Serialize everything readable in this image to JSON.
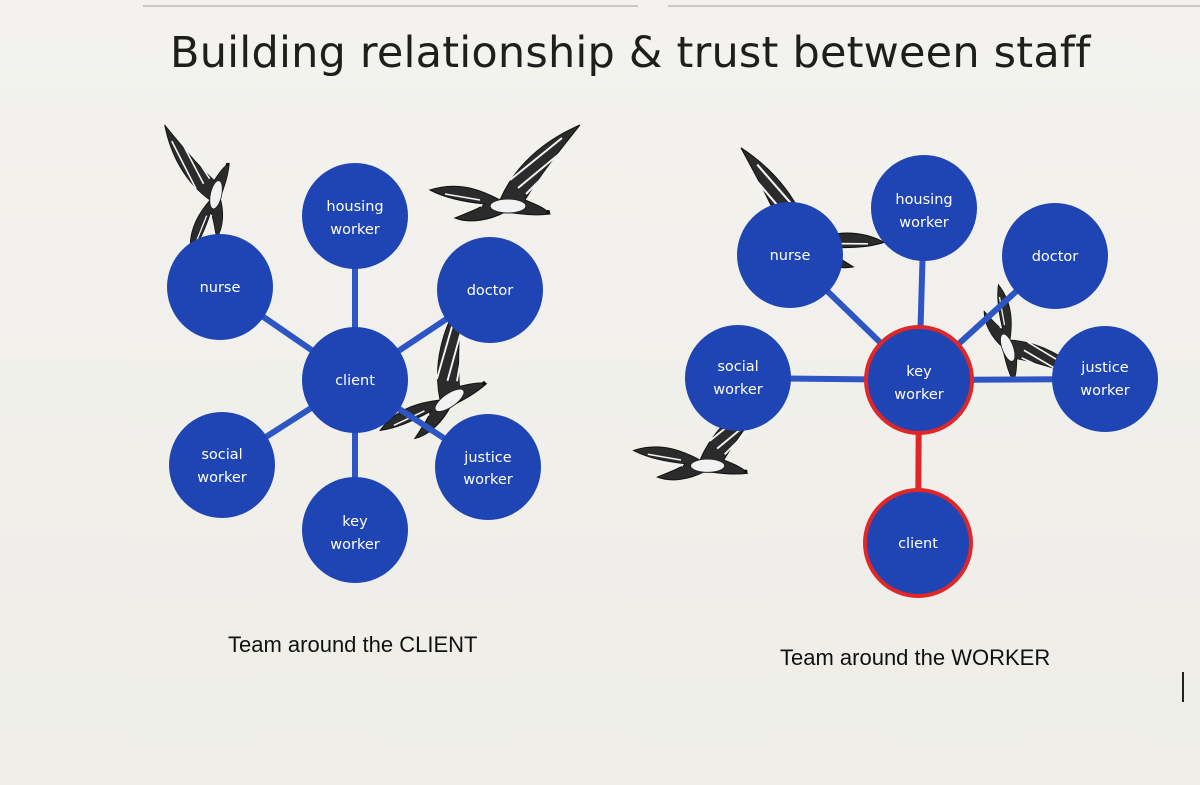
{
  "title": "Building relationship & trust between staff",
  "colors": {
    "node_fill": "#1f45b4",
    "connector": "#2e55c4",
    "highlight_ring": "#e02626",
    "background": "#f1f0ec"
  },
  "left_diagram": {
    "caption": "Team around the CLIENT",
    "center": {
      "id": "client",
      "label": [
        "client"
      ]
    },
    "nodes": [
      {
        "id": "housing-worker",
        "label": [
          "housing",
          "worker"
        ]
      },
      {
        "id": "nurse",
        "label": [
          "nurse"
        ]
      },
      {
        "id": "doctor",
        "label": [
          "doctor"
        ]
      },
      {
        "id": "social-worker",
        "label": [
          "social",
          "worker"
        ]
      },
      {
        "id": "justice-worker",
        "label": [
          "justice",
          "worker"
        ]
      },
      {
        "id": "key-worker",
        "label": [
          "key",
          "worker"
        ]
      }
    ]
  },
  "right_diagram": {
    "caption": "Team around the WORKER",
    "center": {
      "id": "key-worker",
      "label": [
        "key",
        "worker"
      ],
      "highlighted": true
    },
    "nodes": [
      {
        "id": "housing-worker",
        "label": [
          "housing",
          "worker"
        ]
      },
      {
        "id": "nurse",
        "label": [
          "nurse"
        ]
      },
      {
        "id": "doctor",
        "label": [
          "doctor"
        ]
      },
      {
        "id": "social-worker",
        "label": [
          "social",
          "worker"
        ]
      },
      {
        "id": "justice-worker",
        "label": [
          "justice",
          "worker"
        ]
      },
      {
        "id": "client",
        "label": [
          "client"
        ],
        "highlighted": true
      }
    ]
  },
  "icons": [
    "seagull-illustration"
  ]
}
